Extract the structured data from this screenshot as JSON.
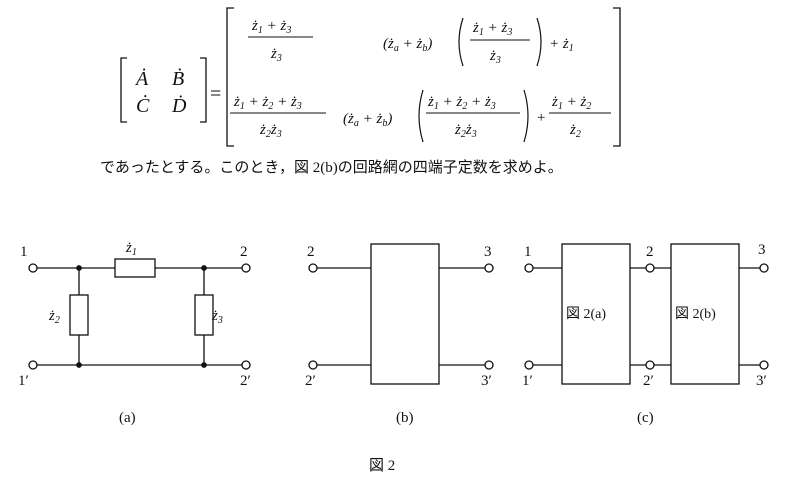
{
  "equation": {
    "matrix_lhs": {
      "A": "Ȧ",
      "B": "Ḃ",
      "C": "Ċ",
      "D": "Ḋ"
    },
    "equals": "=",
    "z": {
      "z1": "ż",
      "za": "ż",
      "zb": "ż",
      "sub1": "1",
      "sub2": "2",
      "sub3": "3",
      "suba": "a",
      "subb": "b"
    }
  },
  "question_text": "であったとする。このとき，図 2(b)の回路網の四端子定数を求めよ。",
  "figure": {
    "a": {
      "terminals": {
        "t1": "1",
        "t2": "2",
        "t1p": "1′",
        "t2p": "2′"
      },
      "caption": "(a)"
    },
    "b": {
      "terminals": {
        "t2": "2",
        "t3": "3",
        "t2p": "2′",
        "t3p": "3′"
      },
      "caption": "(b)"
    },
    "c": {
      "terminals": {
        "t1": "1",
        "t2": "2",
        "t3": "3",
        "t1p": "1′",
        "t2p": "2′",
        "t3p": "3′"
      },
      "box1_label": "図 2(a)",
      "box2_label": "図 2(b)",
      "caption": "(c)"
    },
    "title": "図 2"
  }
}
